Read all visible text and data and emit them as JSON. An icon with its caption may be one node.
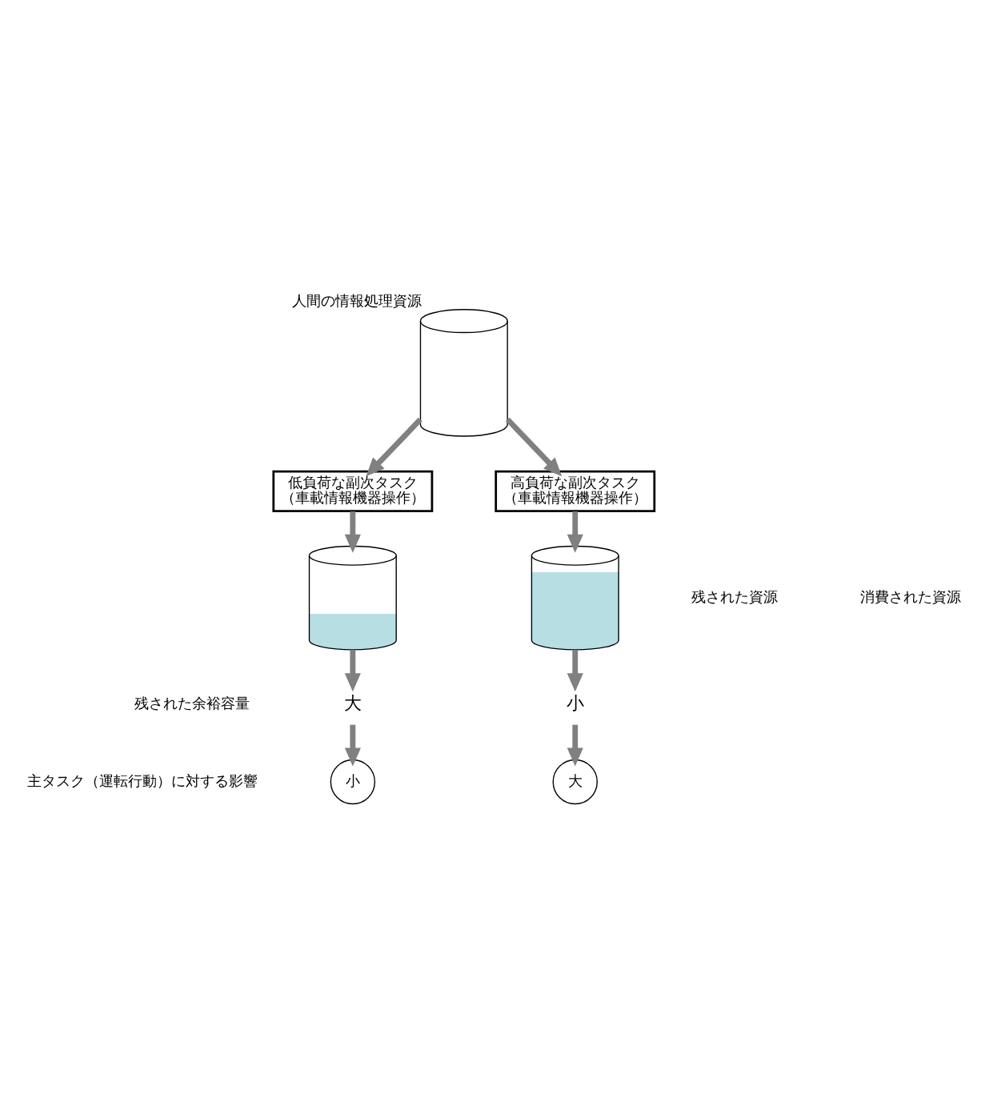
{
  "diagram": {
    "nodes": [
      {
        "text": [],
        "shape": "cylinder",
        "beside": [
          "人間の情報処理資源"
        ]
      },
      {
        "text": [
          "低負荷な副次タスク",
          "（車載情報機器操作）"
        ]
      },
      {
        "text": [
          "高負荷な副次タスク",
          "（車載情報機器操作）"
        ]
      },
      {
        "text": [],
        "shape": "cylinder"
      },
      {
        "text": [],
        "shape": "cylinder"
      },
      {
        "text": [
          "大"
        ]
      },
      {
        "text": [
          "小"
        ]
      },
      {
        "text": [
          "小"
        ]
      },
      {
        "text": [
          "大"
        ]
      }
    ],
    "edges": [
      {
        "from": 0,
        "to": 1,
        "arrow": "to"
      },
      {
        "from": 0,
        "to": 2,
        "arrow": "to"
      },
      {
        "from": 1,
        "to": 3,
        "arrow": "to"
      },
      {
        "from": 2,
        "to": 4,
        "arrow": "to"
      },
      {
        "from": 3,
        "to": 5,
        "arrow": "to"
      },
      {
        "from": 4,
        "to": 6,
        "arrow": "to"
      },
      {
        "from": 5,
        "to": 7,
        "arrow": "to"
      },
      {
        "from": 6,
        "to": 8,
        "arrow": "to"
      }
    ],
    "labels": [
      "残された資源",
      "消費された資源",
      "残された余裕容量",
      "主タスク（運転行動）に対する影響"
    ]
  }
}
